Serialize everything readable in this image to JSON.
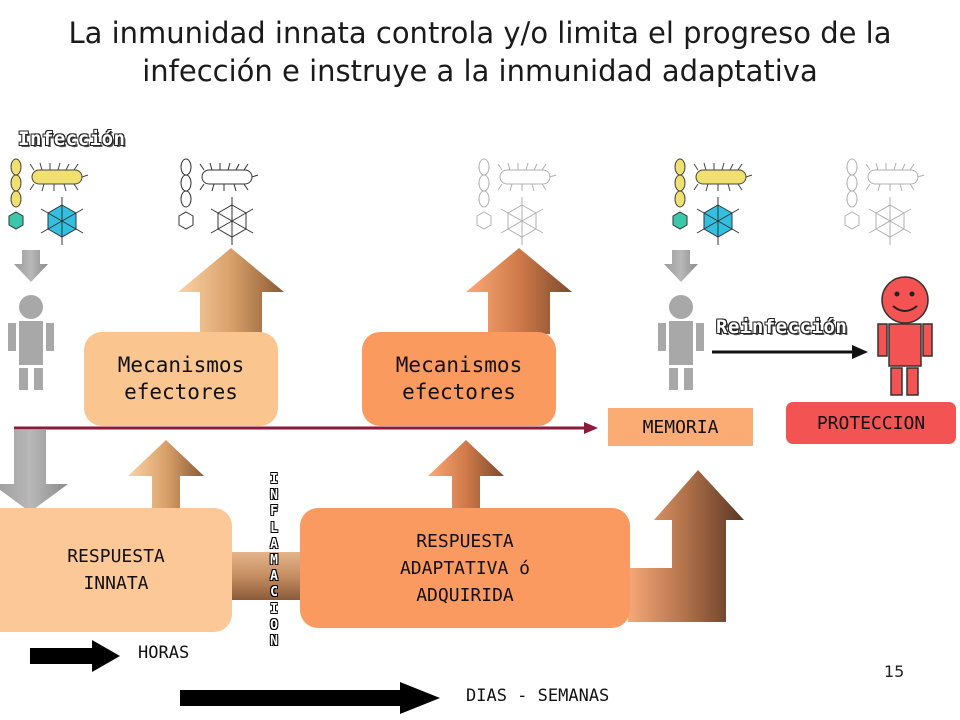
{
  "title_line1": "La inmunidad innata controla y/o limita el progreso de la",
  "title_line2": "infección e instruye a la inmunidad adaptativa",
  "infeccion": "Infección",
  "reinfeccion": "Reinfección",
  "mech1_line1": "Mecanismos",
  "mech1_line2": "efectores",
  "mech2_line1": "Mecanismos",
  "mech2_line2": "efectores",
  "memoria": "MEMORIA",
  "proteccion": "PROTECCION",
  "innata_line1": "RESPUESTA",
  "innata_line2": "INNATA",
  "adapt_line1": "RESPUESTA",
  "adapt_line2": "ADAPTATIVA ó",
  "adapt_line3": "ADQUIRIDA",
  "inflamacion": [
    "I",
    "N",
    "F",
    "L",
    "A",
    "M",
    "A",
    "C",
    "I",
    "O",
    "N"
  ],
  "horas": "HORAS",
  "dias": "DIAS - SEMANAS",
  "page_number": "15",
  "colors": {
    "mech1": "#fbc58f",
    "mech2": "#fb9a5e",
    "memoria": "#fbab74",
    "proteccion": "#f45353",
    "innata": "#fcc897",
    "adapt": "#fb9a60",
    "person_gray": "#a8a8a8",
    "person_red": "#f45353",
    "timeline": "#8b1a3b"
  }
}
